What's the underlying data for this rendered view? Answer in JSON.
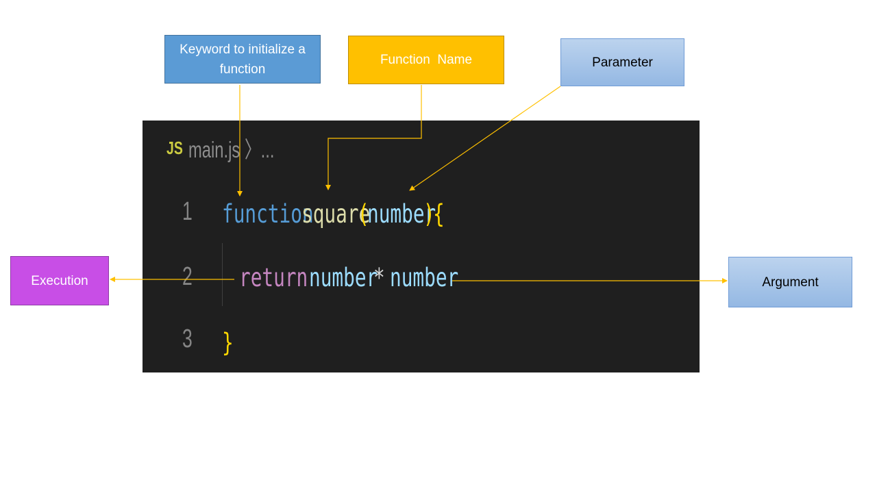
{
  "annotations": {
    "keyword": "Keyword to initialize a function",
    "function_name": "Function  Name",
    "parameter": "Parameter",
    "execution": "Execution",
    "argument": "Argument"
  },
  "editor": {
    "tab_icon": "JS",
    "tab_path": "main.js 〉...",
    "lines": [
      {
        "number": "1",
        "tokens": [
          "function",
          "square",
          "(",
          "number",
          ")",
          "{"
        ]
      },
      {
        "number": "2",
        "tokens": [
          "return",
          "number",
          "*",
          "number"
        ]
      },
      {
        "number": "3",
        "tokens": [
          "}"
        ]
      }
    ]
  },
  "colors": {
    "keyword_box": "#5b9bd5",
    "function_name_box": "#ffc000",
    "parameter_box": "#a9c7ea",
    "execution_box": "#c84ee6",
    "argument_box": "#a9c7ea",
    "connector": "#ffc000",
    "editor_background": "#1f1f1f"
  }
}
